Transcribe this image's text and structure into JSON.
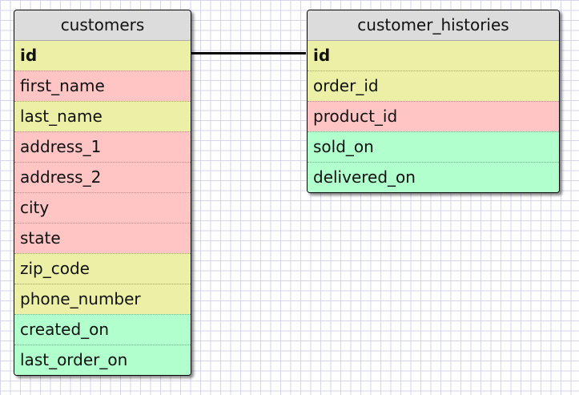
{
  "tables": [
    {
      "name": "customers",
      "fields": [
        {
          "label": "id",
          "key": true,
          "color": "#ebf0a6"
        },
        {
          "label": "first_name",
          "color": "#ffc4c4"
        },
        {
          "label": "last_name",
          "color": "#ebf0a6"
        },
        {
          "label": "address_1",
          "color": "#ffc4c4"
        },
        {
          "label": "address_2",
          "color": "#ffc4c4"
        },
        {
          "label": "city",
          "color": "#ffc4c4"
        },
        {
          "label": "state",
          "color": "#ffc4c4"
        },
        {
          "label": "zip_code",
          "color": "#ebf0a6"
        },
        {
          "label": "phone_number",
          "color": "#ebf0a6"
        },
        {
          "label": "created_on",
          "color": "#b0ffcc"
        },
        {
          "label": "last_order_on",
          "color": "#b0ffcc"
        }
      ]
    },
    {
      "name": "customer_histories",
      "fields": [
        {
          "label": "id",
          "key": true,
          "color": "#ebf0a6"
        },
        {
          "label": "order_id",
          "color": "#ebf0a6"
        },
        {
          "label": "product_id",
          "color": "#ffc4c4"
        },
        {
          "label": "sold_on",
          "color": "#b0ffcc"
        },
        {
          "label": "delivered_on",
          "color": "#b0ffcc"
        }
      ]
    }
  ],
  "relations": [
    {
      "from": "customers.id",
      "to": "customer_histories.id"
    }
  ]
}
